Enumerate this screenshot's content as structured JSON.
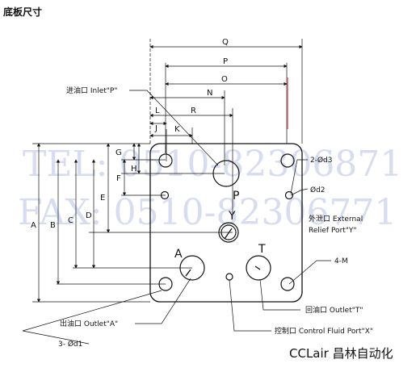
{
  "title": "底板尺寸",
  "dims": {
    "Q": "Q",
    "P": "P",
    "O": "O",
    "N": "N",
    "R": "R",
    "L": "L",
    "J": "J",
    "K": "K",
    "A": "A",
    "B": "B",
    "C": "C",
    "D": "D",
    "E": "E",
    "F": "F",
    "G": "G",
    "H": "H"
  },
  "ports": {
    "P": "P",
    "Y": "Y",
    "A": "A",
    "T": "T"
  },
  "callouts": {
    "inlet_p": "进油口 Inlet\"P\"",
    "d3": "2-Ød3",
    "d2": "Ød2",
    "external_relief_1": "外泄口 External",
    "external_relief_2": "Relief Port\"Y\"",
    "m4": "4-M",
    "outlet_t": "回油口 Outlet\"T\"",
    "outlet_a": "出油口 Outlet\"A\"",
    "control_x": "控制口 Control Fluid Port\"X\"",
    "d1": "3- Ød1"
  },
  "watermark": {
    "tel": "TEL: 0510-82306871",
    "fax": "FAX: 0510-82306771"
  },
  "brand": "CCLair 昌林自动化"
}
